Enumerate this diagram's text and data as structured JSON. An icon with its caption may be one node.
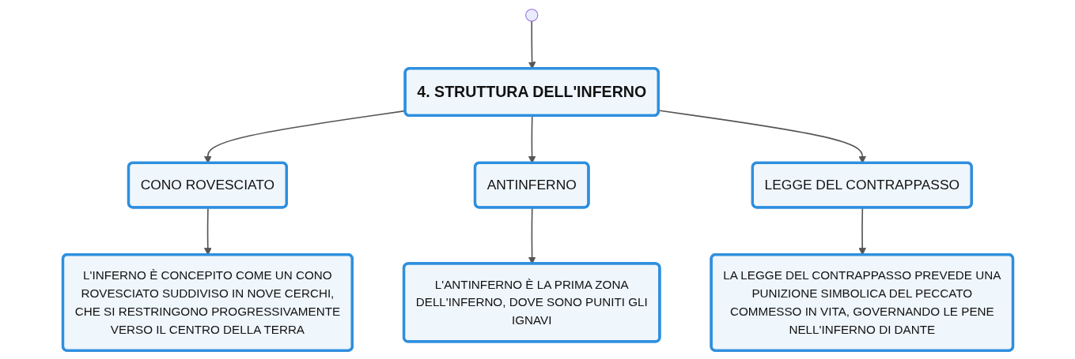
{
  "diagram": {
    "nodes": [
      {
        "text": [
          "4. STRUTTURA DELL'INFERNO"
        ]
      },
      {
        "text": [
          "CONO ROVESCIATO"
        ]
      },
      {
        "text": [
          "ANTINFERNO"
        ]
      },
      {
        "text": [
          "LEGGE DEL CONTRAPPASSO"
        ]
      },
      {
        "text": [
          "L'INFERNO È CONCEPITO COME UN CONO ROVESCIATO SUDDIVISO IN NOVE CERCHI, CHE SI RESTRINGONO PROGRESSIVAMENTE VERSO IL CENTRO DELLA TERRA"
        ]
      },
      {
        "text": [
          "L'ANTINFERNO È LA PRIMA ZONA DELL'INFERNO, DOVE SONO PUNITI GLI IGNAVI"
        ]
      },
      {
        "text": [
          "LA LEGGE DEL CONTRAPPASSO PREVEDE UNA PUNIZIONE SIMBOLICA DEL PECCATO COMMESSO IN VITA, GOVERNANDO LE PENE NELL'INFERNO DI DANTE"
        ]
      }
    ],
    "edges": [
      {
        "from": null,
        "to": 0,
        "arrow": "to"
      },
      {
        "from": 0,
        "to": 1,
        "arrow": "to"
      },
      {
        "from": 0,
        "to": 2,
        "arrow": "to"
      },
      {
        "from": 0,
        "to": 3,
        "arrow": "to"
      },
      {
        "from": 1,
        "to": 4,
        "arrow": "to"
      },
      {
        "from": 2,
        "to": 5,
        "arrow": "to"
      },
      {
        "from": 3,
        "to": 6,
        "arrow": "to"
      }
    ]
  }
}
